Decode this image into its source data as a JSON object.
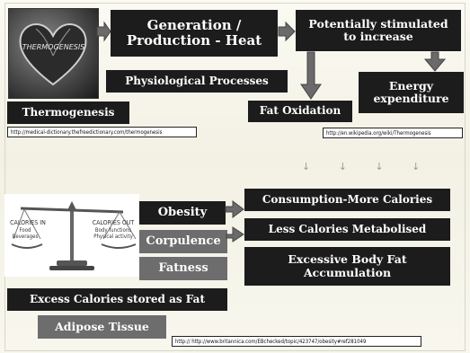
{
  "top": {
    "heart_label": "THERMOGENESIS",
    "generation": "Generation / Production - Heat",
    "stimulated": "Potentially stimulated to increase",
    "physiological": "Physiological Processes",
    "energy": "Energy expenditure",
    "fat_oxidation": "Fat Oxidation",
    "thermogenesis": "Thermogenesis",
    "url_left": "http://medical-dictionary.thefreedictionary.com/thermogenesis",
    "url_right": "http://en.wikipedia.org/wiki/Thermogenesis"
  },
  "divider_arrows": "↓ ↓ ↓ ↓",
  "scale": {
    "calories_in": "CALORIES IN",
    "in_items": "Food Beverages",
    "calories_out": "CALORIES OUT",
    "out_items": "Body functions Physical activity"
  },
  "bottom": {
    "obesity": "Obesity",
    "corpulence": "Corpulence",
    "fatness": "Fatness",
    "consumption": "Consumption-More Calories",
    "less_calories": "Less Calories Metabolised",
    "excessive": "Excessive Body Fat Accumulation",
    "excess_stored": "Excess Calories stored as Fat",
    "adipose": "Adipose Tissue",
    "url_bottom": "http:// http://www.britannica.com/EBchecked/topic/423747/obesity#ref281049"
  },
  "colors": {
    "box": "#1c1c1c",
    "grey_box": "#6d6d6d",
    "arrow": "#6a6a6a",
    "background": "#f7f5e9"
  }
}
